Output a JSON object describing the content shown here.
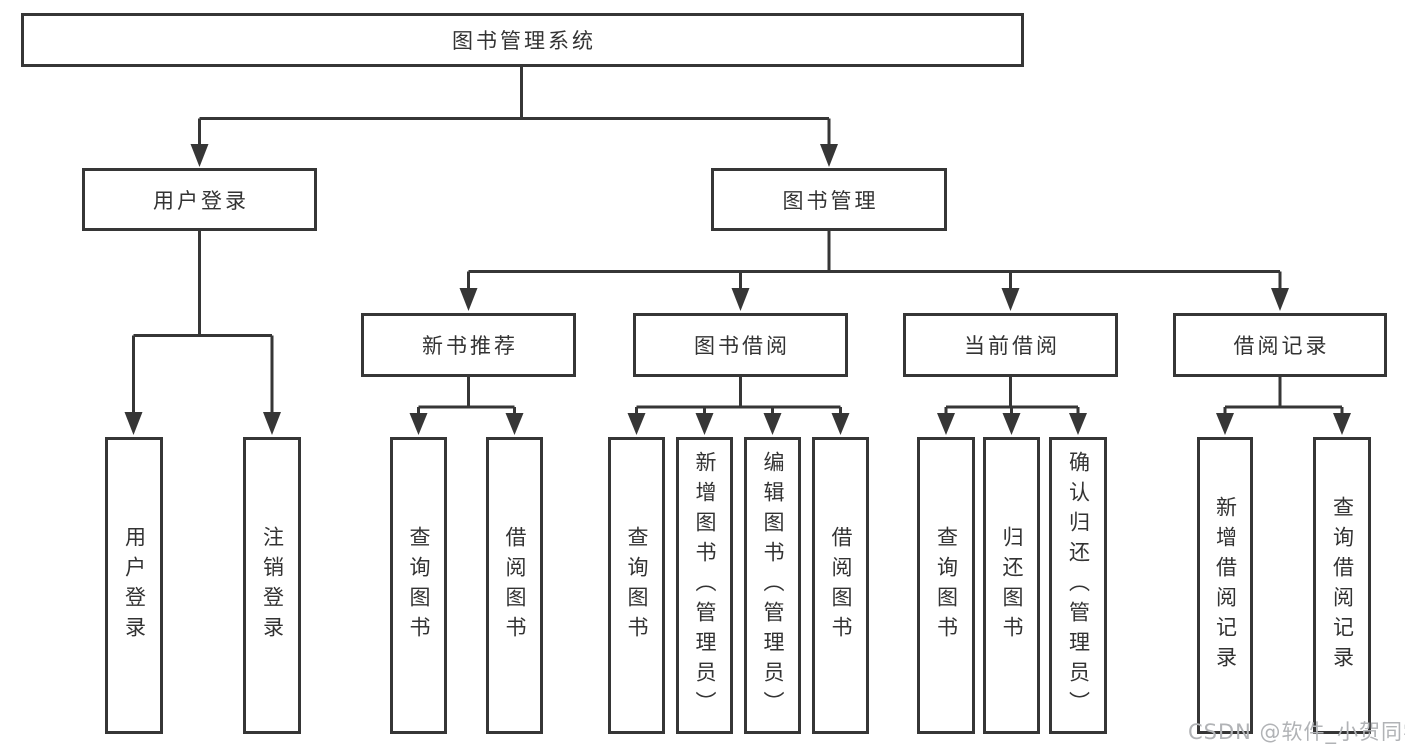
{
  "diagram": {
    "root": {
      "label": "图书管理系统"
    },
    "level2": [
      {
        "id": "user-login",
        "label": "用户登录"
      },
      {
        "id": "book-management",
        "label": "图书管理"
      }
    ],
    "level3": [
      {
        "id": "new-book-recommend",
        "label": "新书推荐",
        "parent": "图书管理"
      },
      {
        "id": "book-borrowing",
        "label": "图书借阅",
        "parent": "图书管理"
      },
      {
        "id": "current-borrowing",
        "label": "当前借阅",
        "parent": "图书管理"
      },
      {
        "id": "borrowing-records",
        "label": "借阅记录",
        "parent": "图书管理"
      }
    ],
    "leaves": [
      {
        "id": "leaf-user-login",
        "label": "用户登录",
        "parent": "用户登录"
      },
      {
        "id": "leaf-logout",
        "label": "注销登录",
        "parent": "用户登录"
      },
      {
        "id": "leaf-query-books-recommend",
        "label": "查询图书",
        "parent": "新书推荐"
      },
      {
        "id": "leaf-borrow-books-recommend",
        "label": "借阅图书",
        "parent": "新书推荐"
      },
      {
        "id": "leaf-query-books-borrowing",
        "label": "查询图书",
        "parent": "图书借阅"
      },
      {
        "id": "leaf-add-books-admin",
        "label": "新增图书（管理员）",
        "parent": "图书借阅"
      },
      {
        "id": "leaf-edit-books-admin",
        "label": "编辑图书（管理员）",
        "parent": "图书借阅"
      },
      {
        "id": "leaf-borrow-books-borrowing",
        "label": "借阅图书",
        "parent": "图书借阅"
      },
      {
        "id": "leaf-query-books-current",
        "label": "查询图书",
        "parent": "当前借阅"
      },
      {
        "id": "leaf-return-books",
        "label": "归还图书",
        "parent": "当前借阅"
      },
      {
        "id": "leaf-confirm-return-admin",
        "label": "确认归还（管理员）",
        "parent": "当前借阅"
      },
      {
        "id": "leaf-add-borrow-record",
        "label": "新增借阅记录",
        "parent": "借阅记录"
      },
      {
        "id": "leaf-query-borrow-record",
        "label": "查询借阅记录",
        "parent": "借阅记录"
      }
    ],
    "hierarchy": {
      "图书管理系统": {
        "用户登录": [
          "用户登录",
          "注销登录"
        ],
        "图书管理": {
          "新书推荐": [
            "查询图书",
            "借阅图书"
          ],
          "图书借阅": [
            "查询图书",
            "新增图书（管理员）",
            "编辑图书（管理员）",
            "借阅图书"
          ],
          "当前借阅": [
            "查询图书",
            "归还图书",
            "确认归还（管理员）"
          ],
          "借阅记录": [
            "新增借阅记录",
            "查询借阅记录"
          ]
        }
      }
    }
  },
  "watermark": {
    "text": "CSDN @软件_小贺同学"
  },
  "colors": {
    "line": "#363636",
    "box_border": "#363636",
    "text": "#333333",
    "watermark": "#b1b3b6",
    "background": "#ffffff"
  }
}
